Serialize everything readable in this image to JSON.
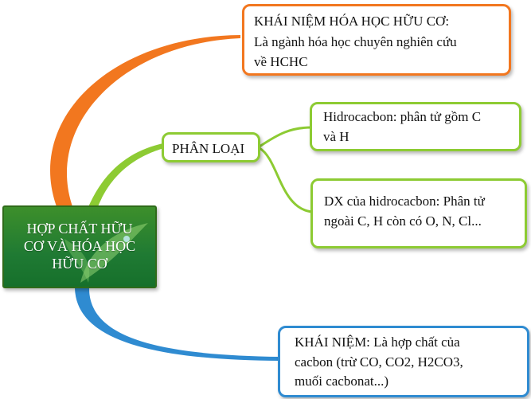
{
  "colors": {
    "root_fill": "#1f7a33",
    "orange_branch": "#f2771f",
    "green_branch": "#8dcb33",
    "blue_branch": "#2f8bd1"
  },
  "root": {
    "label": "HỢP CHẤT HỮU CƠ VÀ HÓA HỌC HỮU CƠ"
  },
  "nodes": {
    "definition_field": {
      "lines": [
        "KHÁI NIỆM HÓA HỌC HỮU CƠ:",
        "Là ngành hóa học chuyên nghiên cứu",
        "về HCHC"
      ]
    },
    "classification": {
      "label": "PHÂN LOẠI"
    },
    "hydrocarbon": {
      "lines": [
        "Hidrocacbon: phân tử gồm C",
        "và H"
      ]
    },
    "derivative": {
      "lines": [
        "DX của hidrocacbon: Phân tử",
        "ngoài C, H còn có O, N, Cl..."
      ]
    },
    "concept": {
      "lines": [
        "KHÁI NIỆM: Là hợp chất của",
        "cacbon (trừ CO, CO2, H2CO3,",
        "muối cacbonat...)"
      ]
    }
  }
}
